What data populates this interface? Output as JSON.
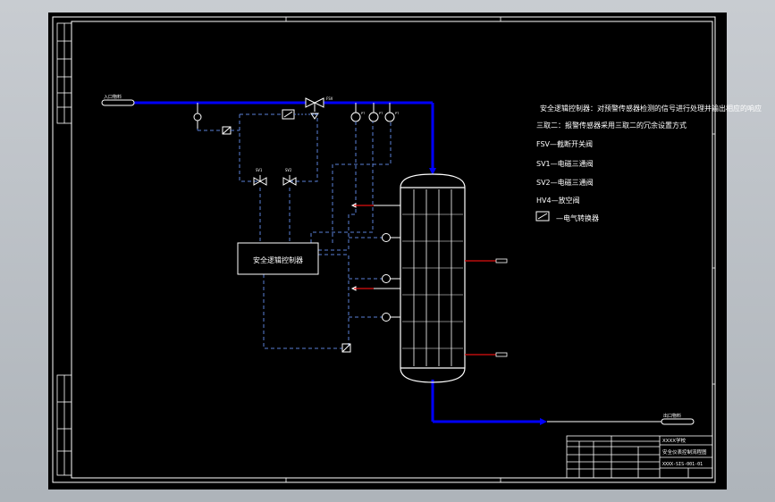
{
  "drawing": {
    "notes": {
      "line1": "安全逻辑控制器：对预警传感器检测的信号进行处理并输出相应的响应",
      "line2": "三取二：报警传感器采用三取二的冗余设置方式",
      "fsv": "FSV—截断开关阀",
      "sv1": "SV1—电磁三通阀",
      "sv2": "SV2—电磁三通阀",
      "hv": "HV4—放空阀",
      "converter": "—电气转换器"
    },
    "controller_label": "安全逻辑控制器",
    "inlet_label": "入口物料",
    "outlet_label": "出口物料",
    "title_block": {
      "company": "XXXX学校",
      "drawing_name": "安全仪表控制流程图",
      "drawing_no": "XXXX-SIS-001-01"
    },
    "colors": {
      "background": "#000000",
      "process_line": "#0000ff",
      "signal_line": "#5a7fd6",
      "white": "#ffffff",
      "red": "#e01010"
    }
  }
}
